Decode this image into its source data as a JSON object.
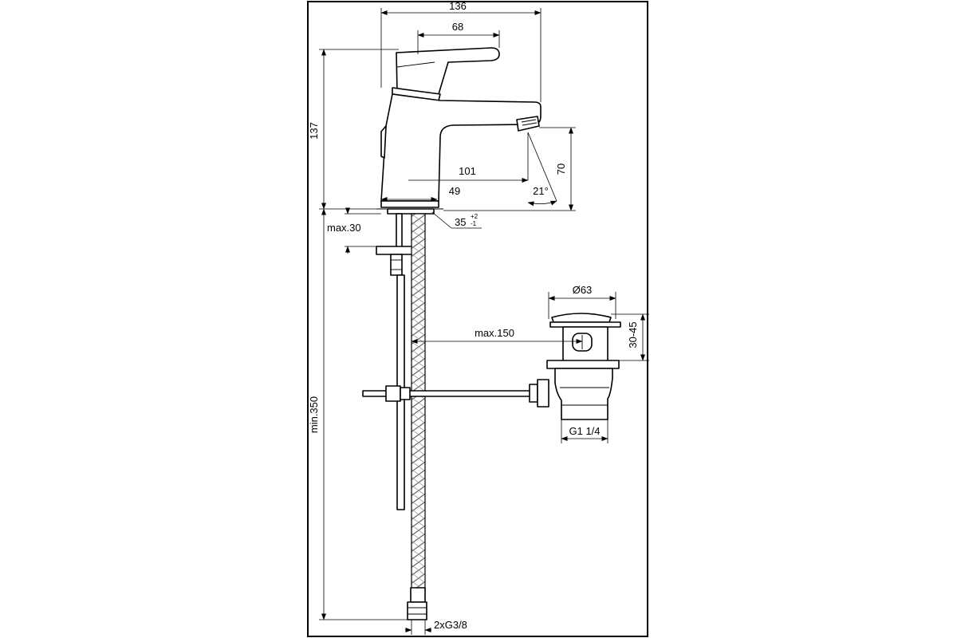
{
  "drawing": {
    "dimensions": {
      "overall_width": "136",
      "lever_length": "68",
      "height": "137",
      "spout_reach": "101",
      "spout_height": "70",
      "spout_angle": "21°",
      "base_offset": "49",
      "base_diameter": "35",
      "base_tol_upper": "+2",
      "base_tol_lower": "-1",
      "deck_thickness": "max.30",
      "supply_length": "min.350",
      "rod_length": "max.150",
      "waste_diameter": "Ø63",
      "waste_height": "30-45",
      "waste_thread": "G1 1/4",
      "supply_thread": "2xG3/8"
    },
    "colors": {
      "line": "#000000",
      "background": "#ffffff"
    }
  }
}
